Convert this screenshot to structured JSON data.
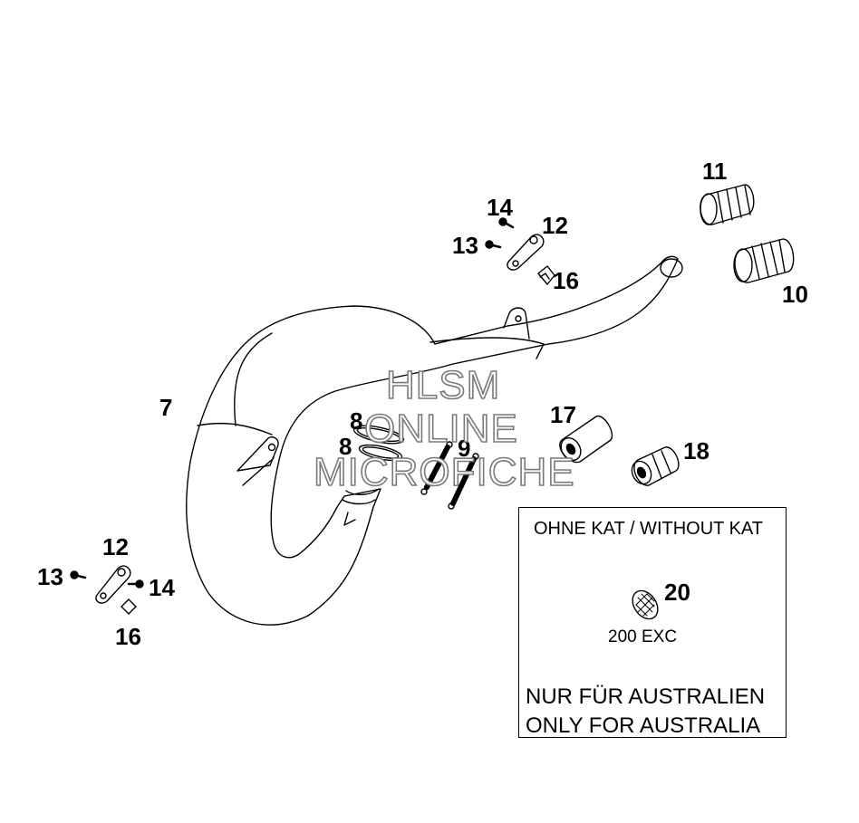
{
  "callouts": {
    "c7": "7",
    "c8a": "8",
    "c8b": "8",
    "c9": "9",
    "c10": "10",
    "c11": "11",
    "c12_top": "12",
    "c13_top": "13",
    "c14_top": "14",
    "c16_top": "16",
    "c12_bottom": "12",
    "c13_bottom": "13",
    "c14_bottom": "14",
    "c16_bottom": "16",
    "c17": "17",
    "c18": "18",
    "c20": "20"
  },
  "inset": {
    "heading": "OHNE KAT / WITHOUT KAT",
    "model": "200 EXC",
    "note_de": "NUR FÜR AUSTRALIEN",
    "note_en": "ONLY FOR AUSTRALIA"
  },
  "watermark": {
    "line1": "HLSM",
    "line2": "ONLINE",
    "line3": "MICROFICHE"
  },
  "colors": {
    "line": "#000000",
    "watermark_outline": "#7a7a7a",
    "background": "#ffffff"
  }
}
